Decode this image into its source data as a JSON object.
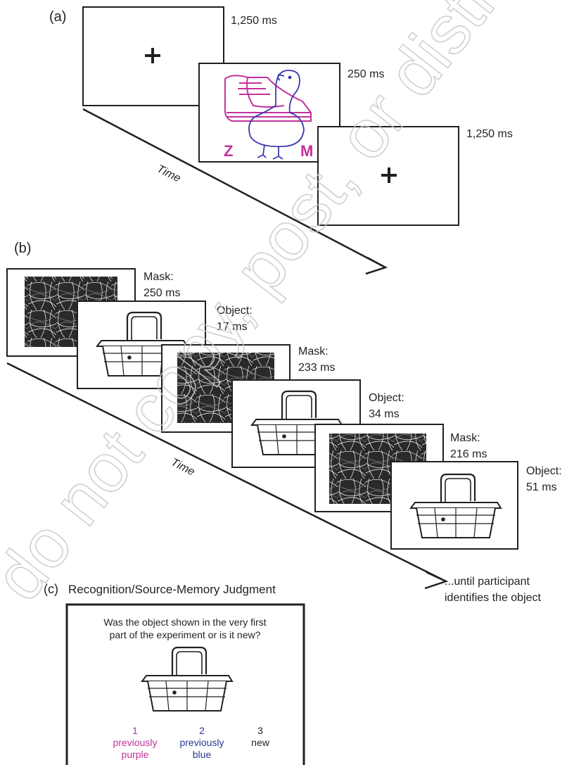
{
  "panel_a": {
    "label": "(a)",
    "frames": [
      {
        "duration": "1,250 ms"
      },
      {
        "duration": "250 ms",
        "letters": [
          "Z",
          "M"
        ]
      },
      {
        "duration": "1,250 ms"
      }
    ],
    "time_label": "Time"
  },
  "panel_b": {
    "label": "(b)",
    "frames": [
      {
        "line1": "Mask:",
        "line2": "250 ms"
      },
      {
        "line1": "Object:",
        "line2": "17 ms"
      },
      {
        "line1": "Mask:",
        "line2": "233 ms"
      },
      {
        "line1": "Object:",
        "line2": "34 ms"
      },
      {
        "line1": "Mask:",
        "line2": "216 ms"
      },
      {
        "line1": "Object:",
        "line2": "51 ms"
      }
    ],
    "time_label": "Time",
    "end_note_line1": "...until participant",
    "end_note_line2": "identifies the object"
  },
  "panel_c": {
    "label": "(c)",
    "title": "Recognition/Source-Memory Judgment",
    "question_line1": "Was the object shown in the very first",
    "question_line2": "part of the experiment or is it new?",
    "options": [
      {
        "number": "1",
        "line1": "previously",
        "line2": "purple",
        "color": "#c2329b"
      },
      {
        "number": "2",
        "line1": "previously",
        "line2": "blue",
        "color": "#2b3990"
      },
      {
        "number": "3",
        "line1": "new",
        "line2": "",
        "color": "#231f20"
      }
    ]
  },
  "colors": {
    "purple": "#c2329b",
    "blue": "#3a3ab0",
    "ink": "#231f20"
  },
  "watermark": "do not copy, post, or distribute"
}
